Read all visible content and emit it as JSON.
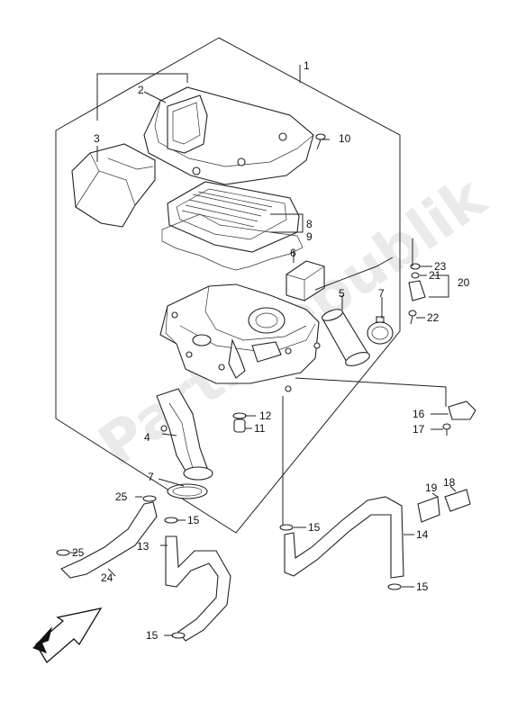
{
  "watermark": "PartsRepublik",
  "callouts": {
    "c1": "1",
    "c2": "2",
    "c3": "3",
    "c4": "4",
    "c5": "5",
    "c6": "6",
    "c7a": "7",
    "c7b": "7",
    "c8": "8",
    "c9": "9",
    "c10": "10",
    "c11": "11",
    "c12": "12",
    "c13": "13",
    "c14": "14",
    "c15a": "15",
    "c15b": "15",
    "c15c": "15",
    "c15d": "15",
    "c16": "16",
    "c17": "17",
    "c18": "18",
    "c19": "19",
    "c20": "20",
    "c21": "21",
    "c22": "22",
    "c23": "23",
    "c24": "24",
    "c25a": "25",
    "c25b": "25"
  },
  "icons": {
    "front_arrow": "front-direction-arrow-icon"
  }
}
